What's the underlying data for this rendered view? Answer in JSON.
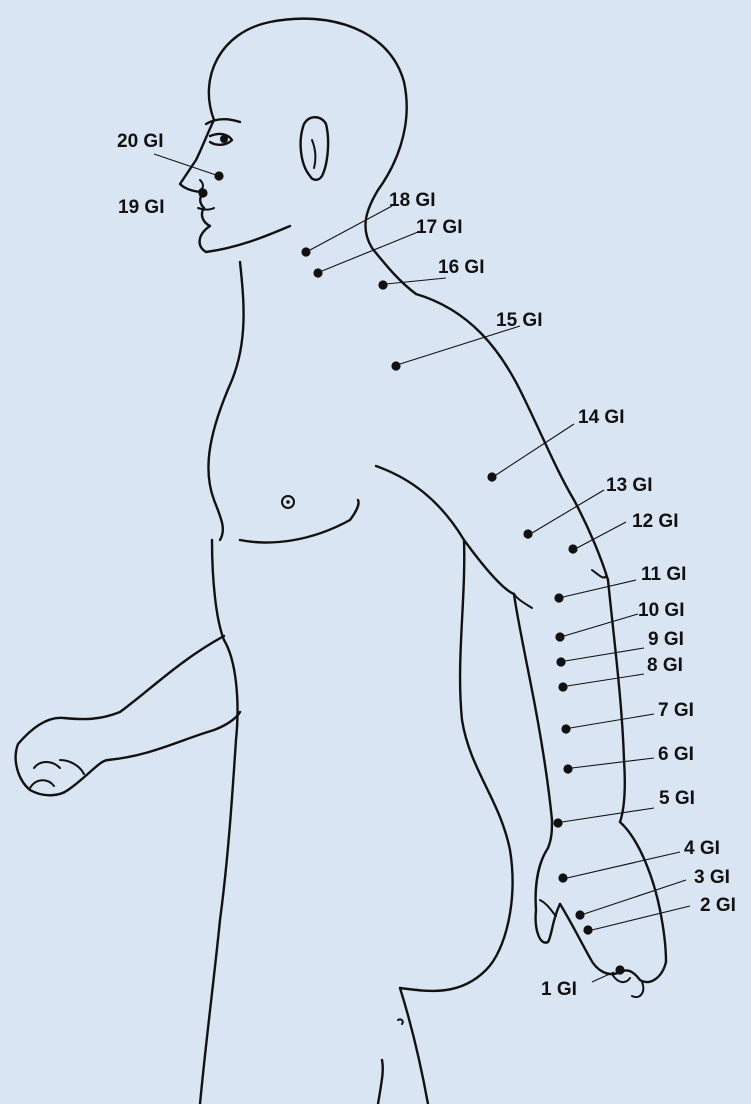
{
  "background": "#dae5f3",
  "figure": {
    "title": ""
  },
  "points": [
    {
      "id": "p1",
      "label": "1 GI"
    },
    {
      "id": "p2",
      "label": "2 GI"
    },
    {
      "id": "p3",
      "label": "3 GI"
    },
    {
      "id": "p4",
      "label": "4 GI"
    },
    {
      "id": "p5",
      "label": "5 GI"
    },
    {
      "id": "p6",
      "label": "6 GI"
    },
    {
      "id": "p7",
      "label": "7 GI"
    },
    {
      "id": "p8",
      "label": "8 GI"
    },
    {
      "id": "p9",
      "label": "9 GI"
    },
    {
      "id": "p10",
      "label": "10 GI"
    },
    {
      "id": "p11",
      "label": "11 GI"
    },
    {
      "id": "p12",
      "label": "12 GI"
    },
    {
      "id": "p13",
      "label": "13 GI"
    },
    {
      "id": "p14",
      "label": "14 GI"
    },
    {
      "id": "p15",
      "label": "15 GI"
    },
    {
      "id": "p16",
      "label": "16 GI"
    },
    {
      "id": "p17",
      "label": "17 GI"
    },
    {
      "id": "p18",
      "label": "18 GI"
    },
    {
      "id": "p19",
      "label": "19 GI"
    },
    {
      "id": "p20",
      "label": "20 GI"
    }
  ]
}
